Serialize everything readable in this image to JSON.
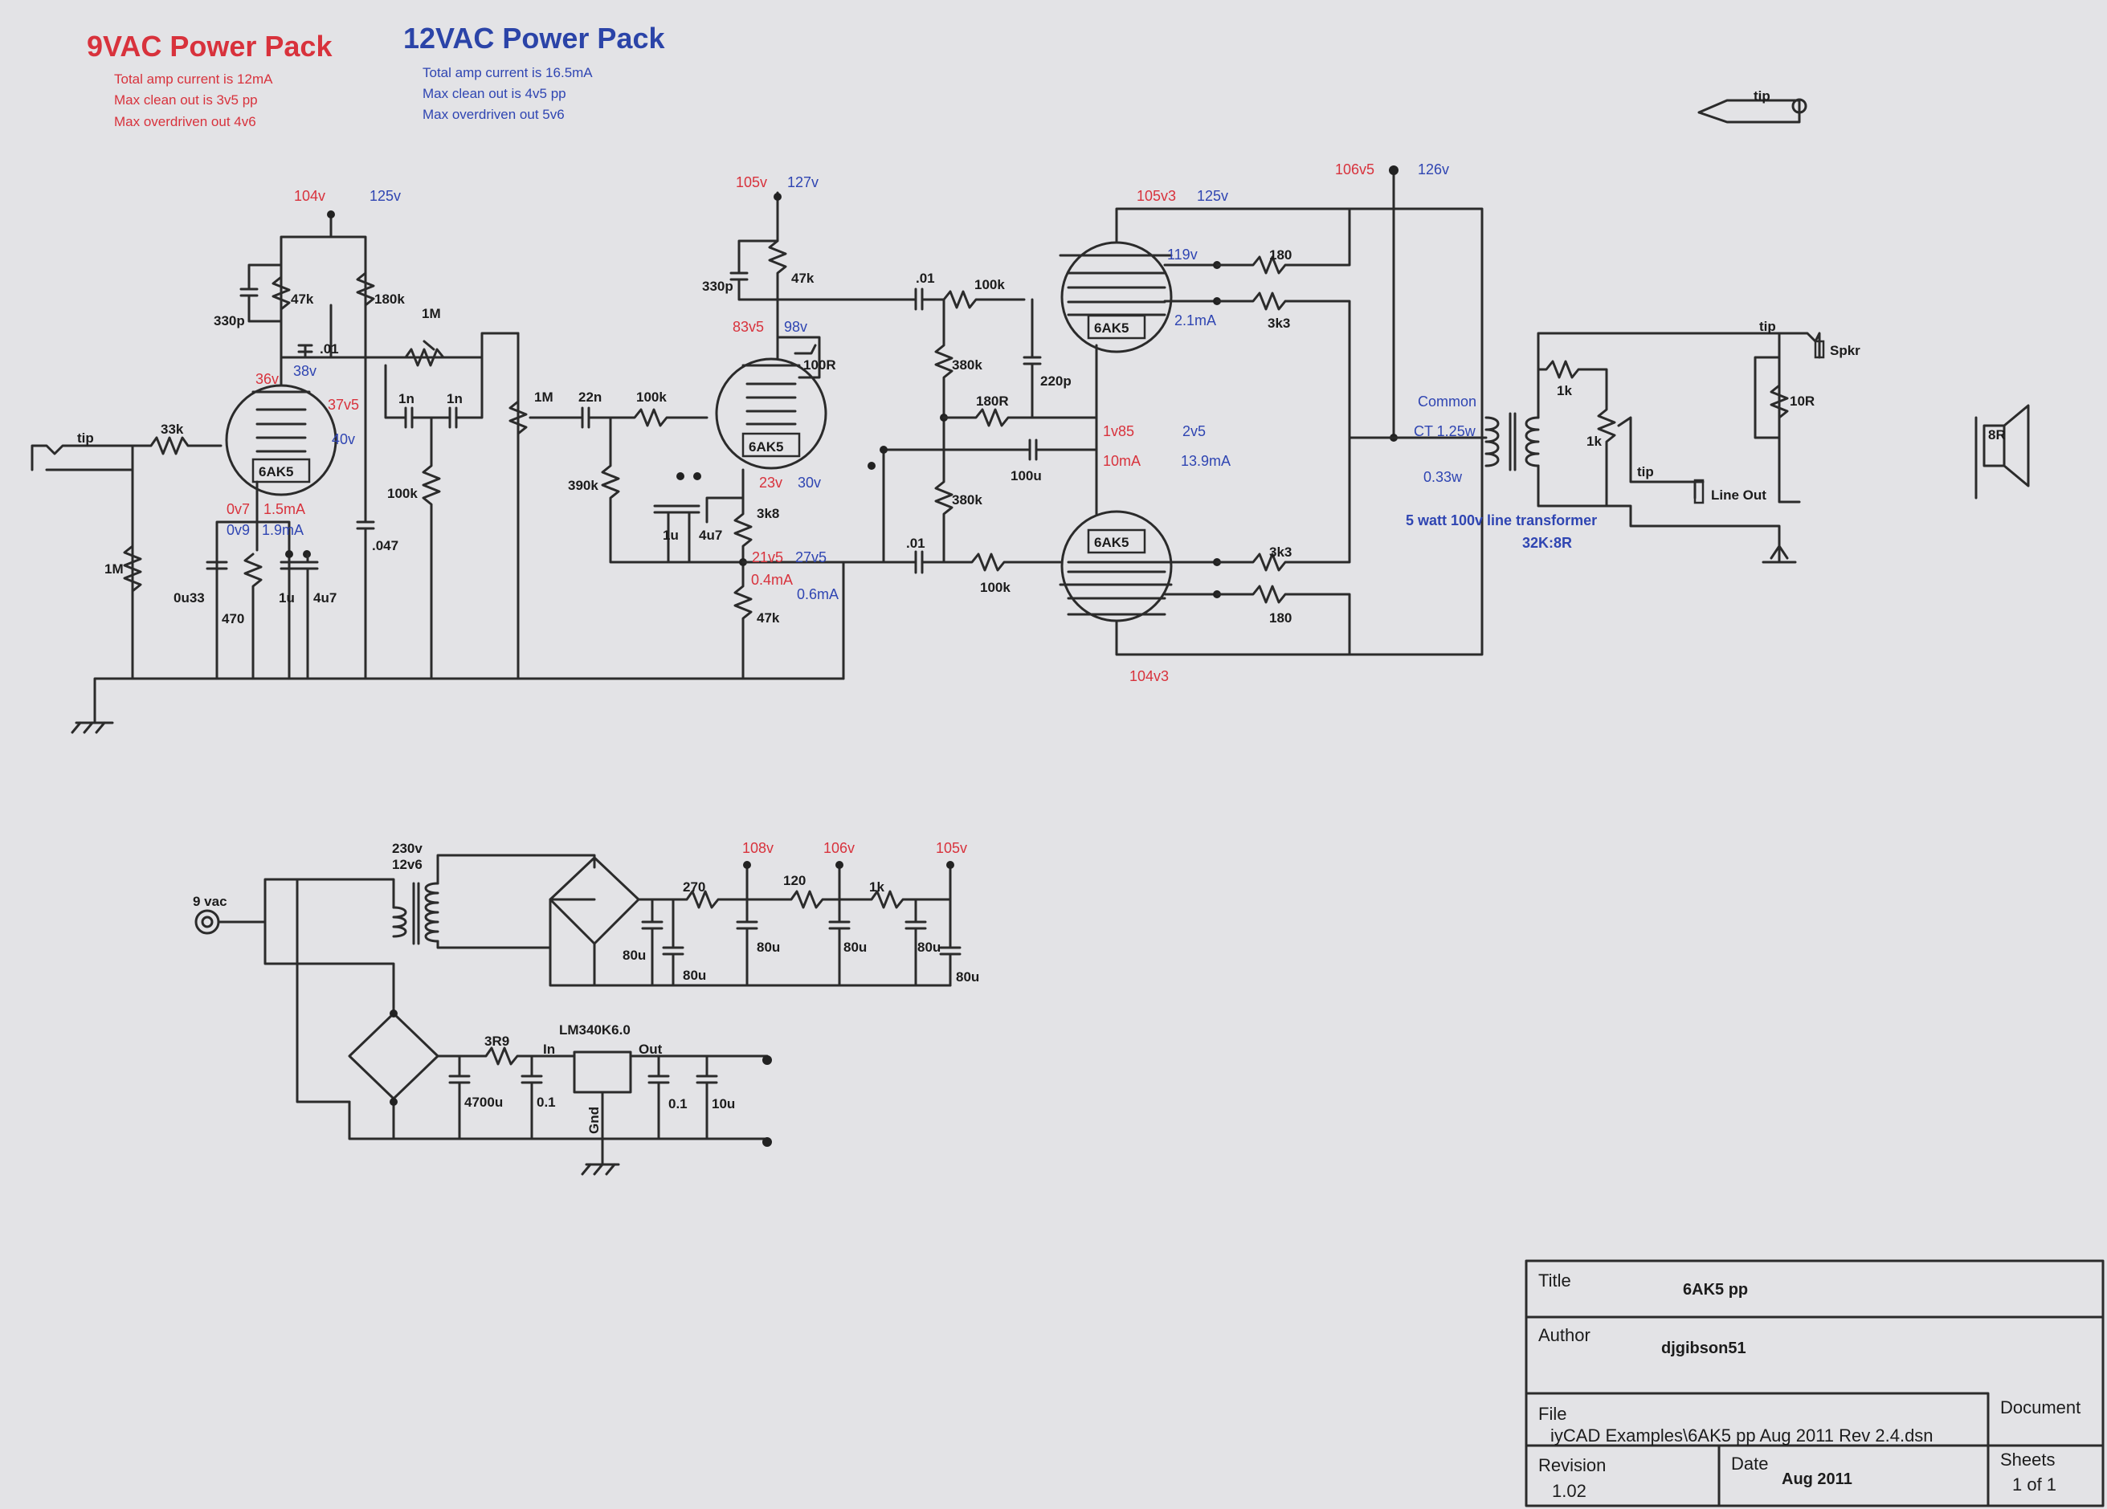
{
  "header": {
    "pack9": {
      "title": "9VAC Power Pack",
      "notes": [
        "Total amp current is 12mA",
        "Max clean out is 3v5 pp",
        "Max overdriven out 4v6"
      ]
    },
    "pack12": {
      "title": "12VAC Power Pack",
      "notes": [
        "Total amp current is 16.5mA",
        "Max clean out is 4v5 pp",
        "Max overdriven out 5v6"
      ]
    }
  },
  "tubes": [
    "6AK5",
    "6AK5",
    "6AK5",
    "6AK5"
  ],
  "components": {
    "input_tip": "tip",
    "r33k": "33k",
    "r1m_in": "1M",
    "c0u33": "0u33",
    "r470": "470",
    "c1u_a": "1u",
    "c4u7_a": "4u7",
    "c330p_a": "330p",
    "r47k_a": "47k",
    "r180k": "180k",
    "c01_a": ".01",
    "pot1m_a": "1M",
    "c1n_a": "1n",
    "c1n_b": "1n",
    "r100k_a": "100k",
    "c047": ".047",
    "pot1m_b": "1M",
    "c22n": "22n",
    "r100k_b": "100k",
    "r390k": "390k",
    "c1u_b": "1u",
    "c4u7_b": "4u7",
    "c330p_b": "330p",
    "r47k_b": "47k",
    "r100R": "100R",
    "r3k8": "3k8",
    "r47k_c": "47k",
    "c01_b": ".01",
    "r100k_c": "100k",
    "r380k_a": "380k",
    "c220p": "220p",
    "r180R": "180R",
    "c100u": "100u",
    "r380k_b": "380k",
    "c01_c": ".01",
    "r100k_d": "100k",
    "r180_a": "180",
    "r3k3_a": "3k3",
    "r3k3_b": "3k3",
    "r180_b": "180",
    "common": "Common",
    "ct": "CT 1.25w",
    "p033": "0.33w",
    "xfmr1": "5 watt 100v line transformer",
    "xfmr2": "32K:8R",
    "r1k_a": "1k",
    "pot1k": "1k",
    "r10R": "10R",
    "spkr_tip": "tip",
    "spkr": "Spkr",
    "lineout_tip": "tip",
    "lineout": "Line Out",
    "speaker": "8R",
    "top_jack_tip": "tip"
  },
  "voltages": {
    "v104": "104v",
    "v125_a": "125v",
    "v105": "105v",
    "v127": "127v",
    "v105v3_a": "105v3",
    "v125_b": "125v",
    "v106v5": "106v5",
    "v126": "126v",
    "v36": "36v",
    "v38": "38v",
    "v37v5": "37v5",
    "v40": "40v",
    "v0v7": "0v7",
    "i1v5": "1.5mA",
    "v0v9": "0v9",
    "i1v9": "1.9mA",
    "v83v5": "83v5",
    "v98": "98v",
    "v23": "23v",
    "v30": "30v",
    "v21v5": "21v5",
    "v27v5": "27v5",
    "i04": "0.4mA",
    "i06": "0.6mA",
    "v119": "119v",
    "i21": "2.1mA",
    "v1v85": "1v85",
    "v2v5": "2v5",
    "i10": "10mA",
    "i139": "13.9mA",
    "v104v3": "104v3"
  },
  "psu": {
    "input": "9 vac",
    "xfmr_a": "230v",
    "xfmr_b": "12v6",
    "v108": "108v",
    "v106": "106v",
    "v105": "105v",
    "r270": "270",
    "r120": "120",
    "r1k": "1k",
    "c80u": [
      "80u",
      "80u",
      "80u",
      "80u",
      "80u",
      "80u"
    ],
    "r3r9": "3R9",
    "reg": "LM340K6.0",
    "reg_in": "In",
    "reg_out": "Out",
    "reg_gnd": "Gnd",
    "c4700u": "4700u",
    "c01_a": "0.1",
    "c01_b": "0.1",
    "c10u": "10u"
  },
  "title_block": {
    "title_key": "Title",
    "title_val": "6AK5 pp",
    "author_key": "Author",
    "author_val": "djgibson51",
    "file_key": "File",
    "file_val": "iyCAD Examples\\6AK5 pp Aug 2011 Rev 2.4.dsn",
    "document_key": "Document",
    "revision_key": "Revision",
    "revision_val": "1.02",
    "date_key": "Date",
    "date_val": "Aug 2011",
    "sheets_key": "Sheets",
    "sheets_val": "1 of 1"
  },
  "colors": {
    "paper": "#e3e3e6",
    "wire": "#2b2b2b",
    "red": "#d8323c",
    "blue": "#2f45b2"
  }
}
